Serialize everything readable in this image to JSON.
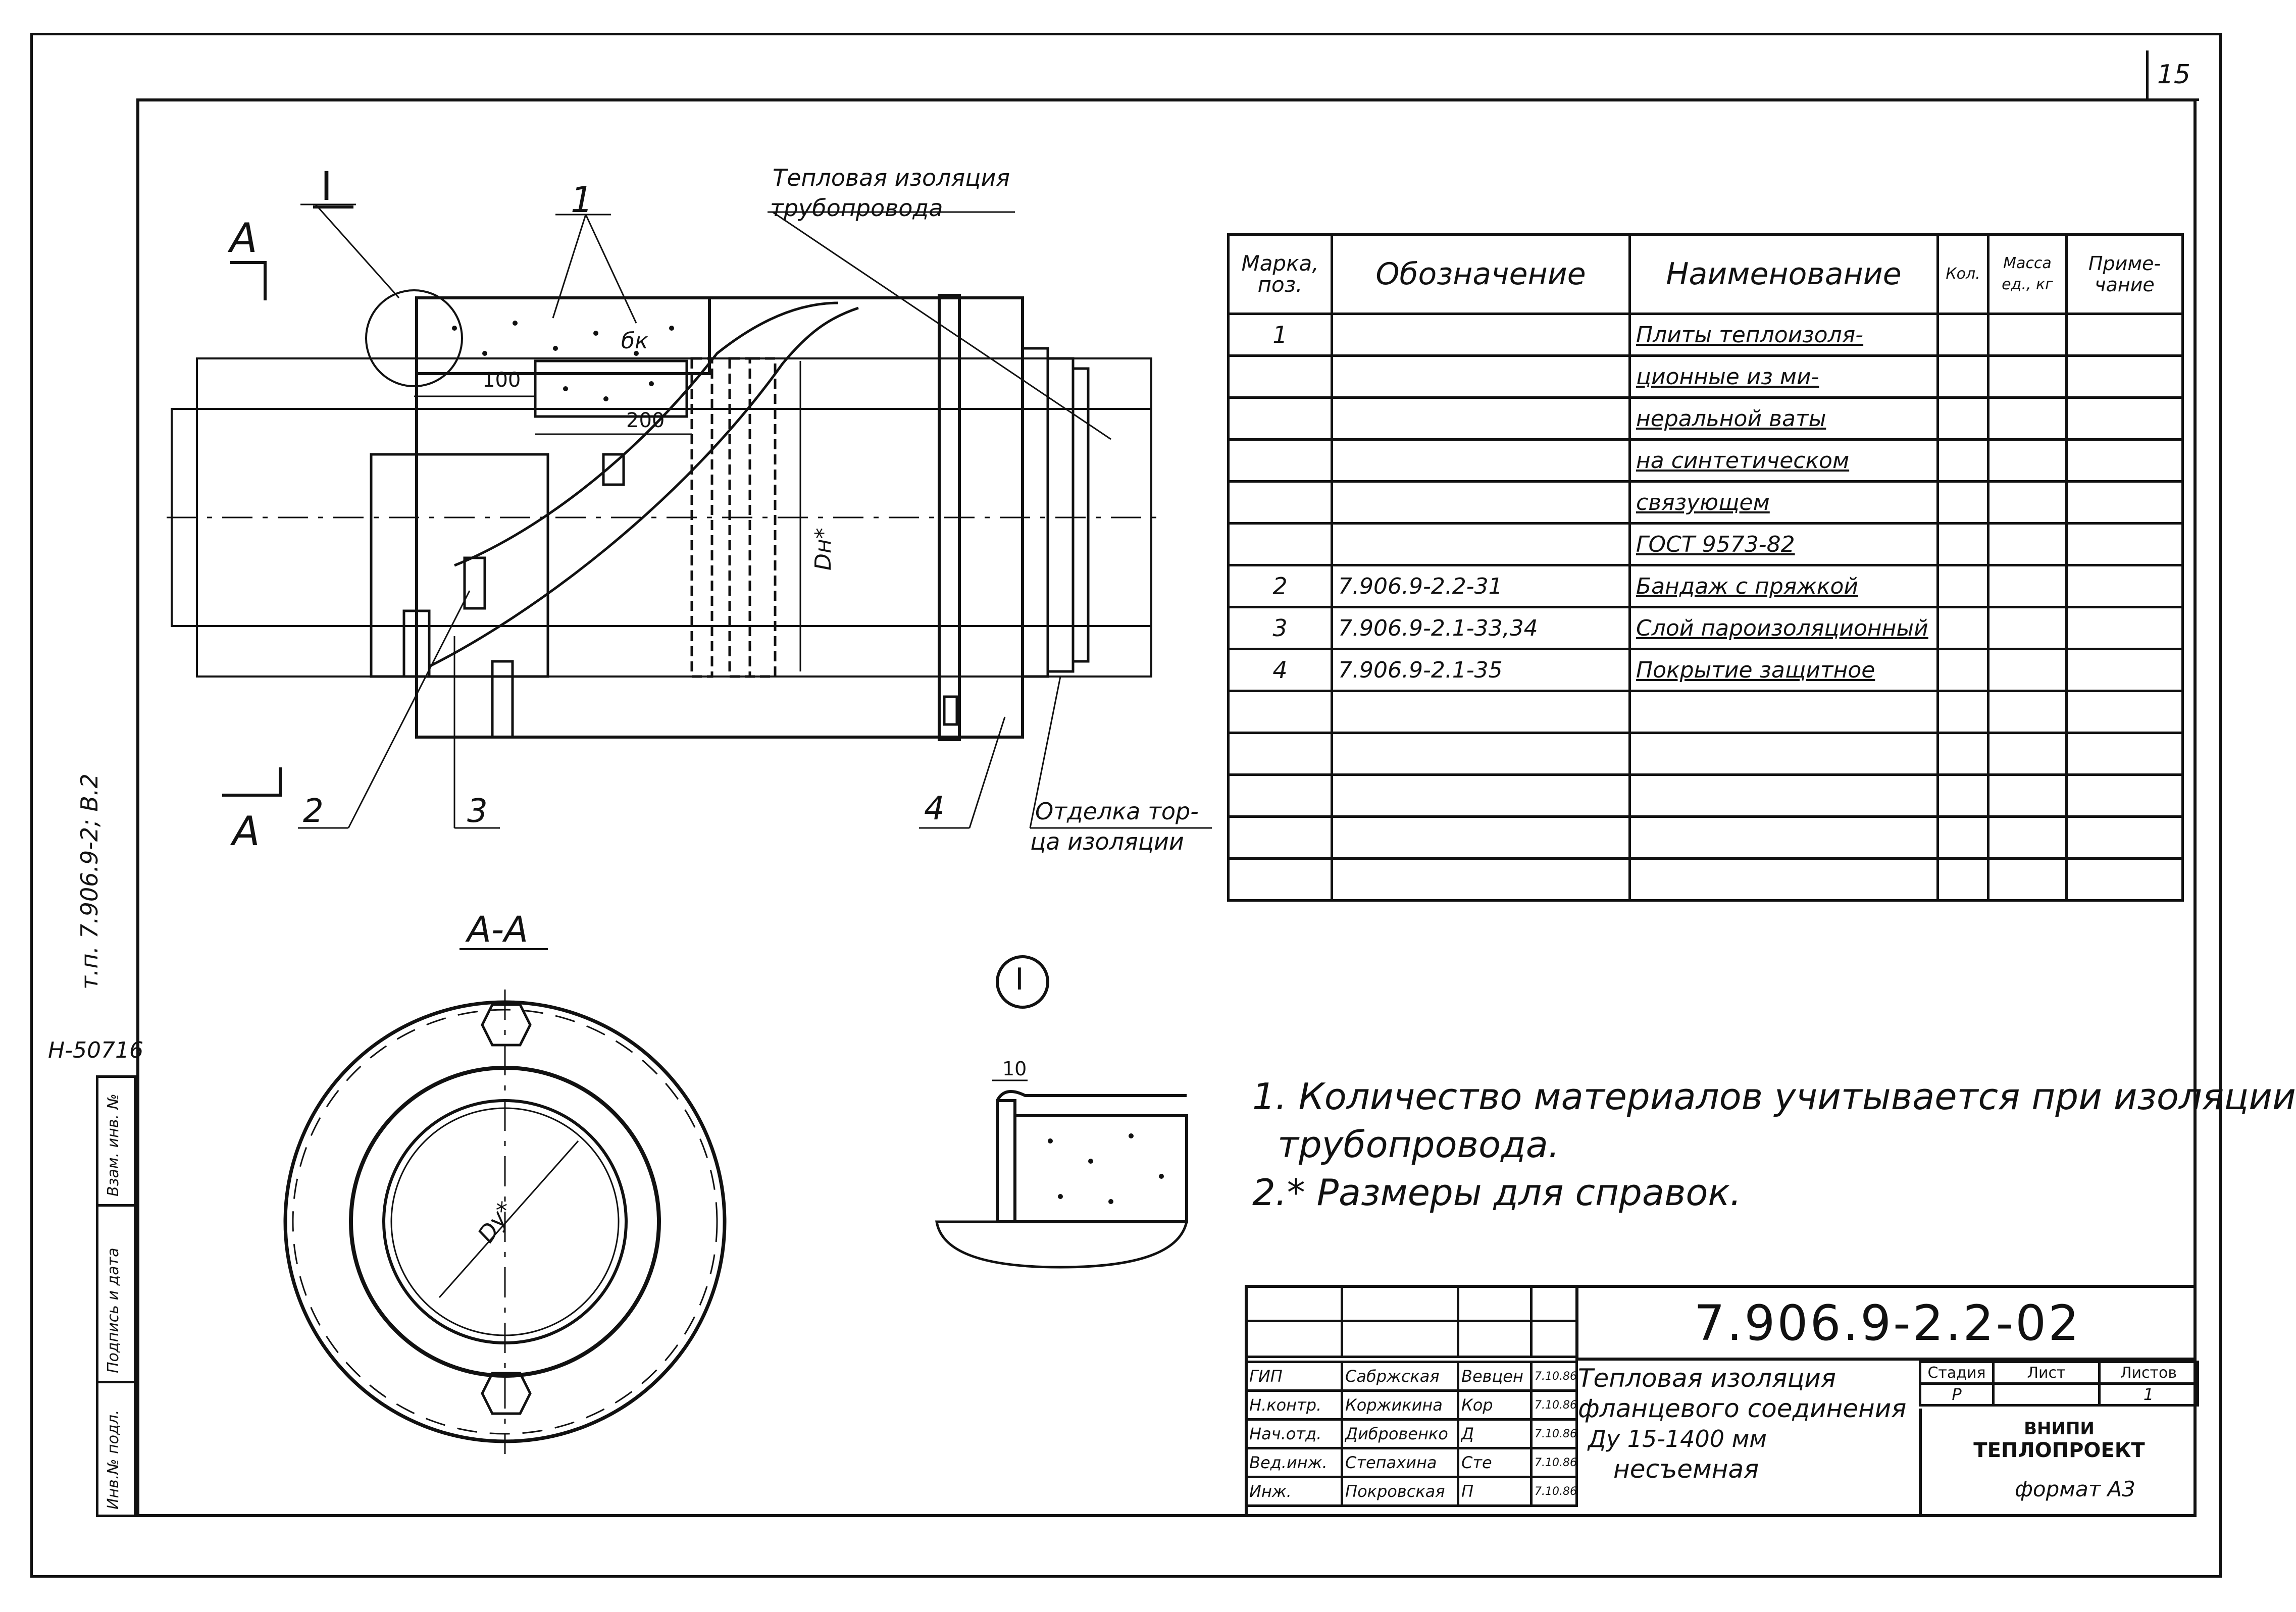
{
  "sheet": {
    "page_number": "15",
    "format_label": "формат А3",
    "side_code": "т.п. 7.906.9-2; В.2",
    "inventory_number": "Н-50716",
    "side_stamp_cells": [
      "Инв.№ подл.",
      "Подпись и дата",
      "Взам. инв. №"
    ]
  },
  "drawing": {
    "label_insulation": "Тепловая изоляция",
    "label_insulation_2": "трубопровода",
    "label_finish": "Отделка тор-",
    "label_finish_2": "ца изоляции",
    "view_marker": "I",
    "section_marker_top": "A",
    "section_marker_bottom": "A",
    "section_title": "A-A",
    "detail_marker": "I",
    "positions": [
      "1",
      "2",
      "3",
      "4"
    ],
    "dim_100": "100",
    "dim_200": "200",
    "dim_10": "10",
    "dim_dn": "Dн*",
    "dim_dy": "Dу*",
    "dim_bk": "бк"
  },
  "spec_table": {
    "headers": [
      "Марка, поз.",
      "Обозначение",
      "Наименование",
      "Кол.",
      "Масса ед., кг",
      "Приме- чание"
    ],
    "rows": [
      [
        "1",
        "",
        "Плиты теплоизоля-",
        "",
        "",
        ""
      ],
      [
        "",
        "",
        "ционные из ми-",
        "",
        "",
        ""
      ],
      [
        "",
        "",
        "неральной ваты",
        "",
        "",
        ""
      ],
      [
        "",
        "",
        "на синтетическом",
        "",
        "",
        ""
      ],
      [
        "",
        "",
        "связующем",
        "",
        "",
        ""
      ],
      [
        "",
        "",
        "ГОСТ 9573-82",
        "",
        "",
        ""
      ],
      [
        "2",
        "7.906.9-2.2-31",
        "Бандаж с пряжкой",
        "",
        "",
        ""
      ],
      [
        "3",
        "7.906.9-2.1-33,34",
        "Слой пароизоляционный",
        "",
        "",
        ""
      ],
      [
        "4",
        "7.906.9-2.1-35",
        "Покрытие защитное",
        "",
        "",
        ""
      ],
      [
        "",
        "",
        "",
        "",
        "",
        ""
      ],
      [
        "",
        "",
        "",
        "",
        "",
        ""
      ],
      [
        "",
        "",
        "",
        "",
        "",
        ""
      ],
      [
        "",
        "",
        "",
        "",
        "",
        ""
      ],
      [
        "",
        "",
        "",
        "",
        "",
        ""
      ]
    ]
  },
  "notes": [
    "1. Количество материалов учитывается при изоляции",
    "трубопровода.",
    "2.* Размеры для справок."
  ],
  "title_block": {
    "doc_code": "7.906.9-2.2-02",
    "title_lines": [
      "Тепловая изоляция",
      "фланцевого соединения",
      "Ду 15-1400 мм",
      "несъемная"
    ],
    "stage_header": "Стадия",
    "sheet_header": "Лист",
    "sheets_header": "Листов",
    "stage": "Р",
    "sheet": "",
    "sheets": "1",
    "org_line1": "ВНИПИ",
    "org_line2": "ТЕПЛОПРОЕКТ",
    "roles": [
      {
        "role": "ГИП",
        "name": "Сабржская",
        "sign": "Вевцен",
        "date": "7.10.86"
      },
      {
        "role": "Н.контр.",
        "name": "Коржикина",
        "sign": "Кор",
        "date": "7.10.86"
      },
      {
        "role": "Нач.отд.",
        "name": "Дибровенко",
        "sign": "Д",
        "date": "7.10.86"
      },
      {
        "role": "Вед.инж.",
        "name": "Степахина",
        "sign": "Сте",
        "date": "7.10.86"
      },
      {
        "role": "Инж.",
        "name": "Покровская",
        "sign": "П",
        "date": "7.10.86"
      }
    ]
  }
}
